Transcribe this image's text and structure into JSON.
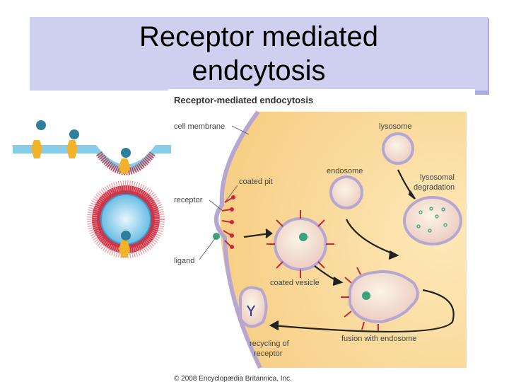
{
  "slide": {
    "title_line1": "Receptor mediated",
    "title_line2": "endcytosis"
  },
  "figure": {
    "heading": "Receptor-mediated endocytosis",
    "labels": {
      "cell_membrane": "cell membrane",
      "coated_pit": "coated pit",
      "receptor": "receptor",
      "ligand": "ligand",
      "lysosome": "lysosome",
      "endosome": "endosome",
      "lysosomal_line1": "lysosomal",
      "lysosomal_line2": "degradation",
      "coated_vesicle": "coated vesicle",
      "fusion": "fusion with endosome",
      "recycling_line1": "recycling of",
      "recycling_line2": "receptor"
    },
    "copyright": "© 2008 Encyclopædia Britannica, Inc."
  },
  "colors": {
    "title_bg": "#cfd0f0",
    "cytoplasm": "#fbe0a8",
    "membrane": "#b7a6cf",
    "receptor_red": "#c8283a",
    "ligand_green": "#3aa37a"
  }
}
